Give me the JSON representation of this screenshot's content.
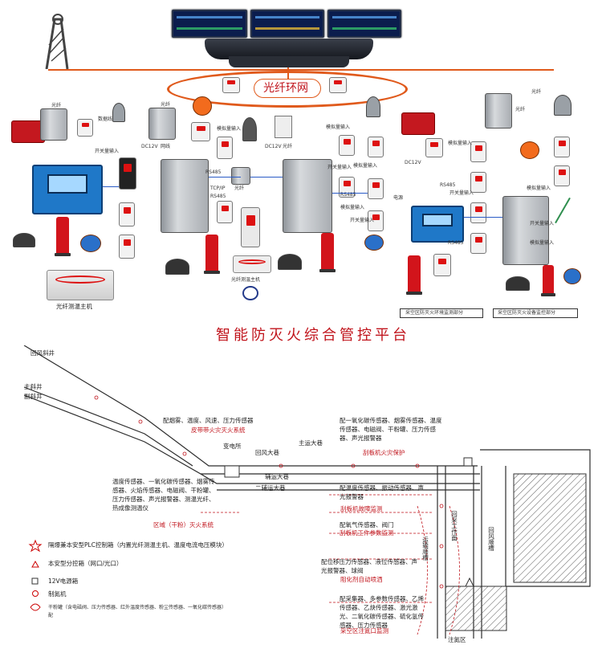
{
  "top_diagram": {
    "ring_label": "光纤环网",
    "host_left_label": "光纤测温主机",
    "host_mid_label": "光纤测温主机",
    "section_left_label": "采空区防灭火环境监测部分",
    "section_right_label": "采空区防灭火设备监控部分",
    "small_labels": [
      "光纤",
      "数据线",
      "开关量输入",
      "光纤",
      "模拟量输入",
      "DC12V",
      "网线",
      "TCP/IP",
      "RS485",
      "光纤",
      "RS485",
      "DC12V",
      "光纤",
      "模拟量输入",
      "开关量输入",
      "模拟量输入",
      "RS485",
      "开关量输入",
      "模拟量输入",
      "RS485",
      "DC12V",
      "开关量输入",
      "RS485",
      "模拟量输入",
      "电源",
      "光纤",
      "模拟量输入",
      "开关量输入",
      "光纤",
      "模拟量输入"
    ]
  },
  "title": "智能防灭火综合管控平台",
  "bottom_diagram": {
    "shafts": [
      "回风斜井",
      "主斜井",
      "副斜井"
    ],
    "note1": "配烟雾、温度、风速、压力传感器",
    "note1_red": "皮带带火灾灭火系统",
    "substation": "变电所",
    "roadway1": "回风大巷",
    "roadway2": "主运大巷",
    "roadway3": "辅运大巷",
    "roadway4": "二辅运大巷",
    "note2": "配一氧化碳传感器、烟雾传感器、温度传感器、电磁阀、干粉罐、压力传感器、声光报警器",
    "note2_red": "刮板机火灾保护",
    "note3": "温度传感器、一氧化碳传感器、烟雾传感器、火焰传感器、电磁阀、干粉罐、压力传感器、声光报警器、测温光纤、热成像测温仪",
    "note3_red": "区域（干粉）灭火系统",
    "note4": "配温度传感器、振动传感器、声光报警器",
    "note4_red": "刮板机故障监测",
    "note5": "配氧气传感器、阀门",
    "note5_red": "刮板机工作参数监测",
    "note6": "配位移压力传感器、液位传感器、声光报警器、球阀",
    "note6_red": "阻化剂自动喷洒",
    "note7": "配采集器、多参数传感器、乙烯传感器、乙炔传感器、激光激光、二氧化碳传感器、硫化氢传感器、压力传感器",
    "note7_red": "采空区注氮口监测",
    "vertical1": "回风顺槽",
    "vertical2": "运输顺槽",
    "vertical3": "回采工作面",
    "bottom_label": "注氮区",
    "legend": [
      {
        "label": "隔爆兼本安型PLC控制箱（内置光纤测温主机、温度电流电压模块）"
      },
      {
        "label": "本安型分控箱（网口/光口）"
      },
      {
        "label": "12V电源箱"
      },
      {
        "label": "制氮机"
      },
      {
        "label": "干粉罐（含电磁阀、压力传感器、红外温度传感器、粉尘传感器、一氧化碳传感器）"
      }
    ],
    "legend_last_suffix": "配"
  },
  "colors": {
    "ring": "#e05a1c",
    "title": "#c0131b",
    "note_red": "#c0131b",
    "mine_lines": "#2c2c2c"
  }
}
